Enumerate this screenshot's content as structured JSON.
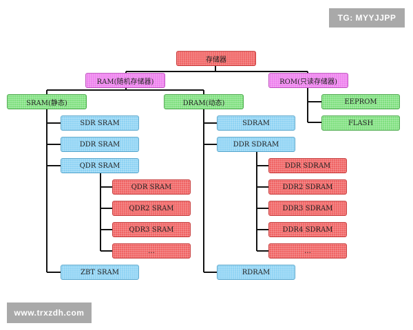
{
  "watermarks": {
    "top": "TG: MYYJJPP",
    "bottom": "www.trxzdh.com"
  },
  "colors": {
    "root": "#f06464",
    "level1": "#ee7fee",
    "level2": "#7ee07e",
    "memory_type": "#8cd2f4",
    "generation": "#f06464"
  },
  "tree": {
    "root": "存储器",
    "ram": "RAM(随机存储器)",
    "rom": "ROM(只读存储器)",
    "sram": "SRAM(静态)",
    "dram": "DRAM(动态)",
    "eeprom": "EEPROM",
    "flash": "FLASH",
    "sram_children": [
      "SDR SRAM",
      "DDR SRAM",
      "QDR SRAM",
      "ZBT SRAM"
    ],
    "qdr_children": [
      "QDR SRAM",
      "QDR2 SRAM",
      "QDR3 SRAM",
      "…"
    ],
    "dram_children": [
      "SDRAM",
      "DDR SDRAM",
      "RDRAM"
    ],
    "ddr_children": [
      "DDR SDRAM",
      "DDR2 SDRAM",
      "DDR3 SDRAM",
      "DDR4 SDRAM",
      "…"
    ]
  }
}
